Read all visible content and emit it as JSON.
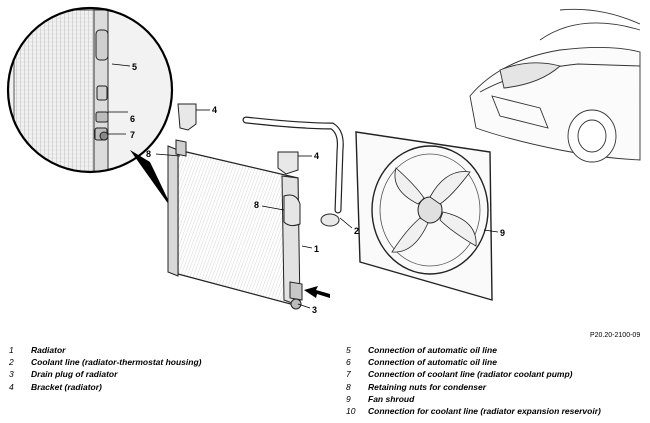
{
  "figure_code": "P20.20-2100-09",
  "callouts": {
    "c1": "1",
    "c2": "2",
    "c3": "3",
    "c4a": "4",
    "c4b": "4",
    "c5": "5",
    "c6": "6",
    "c7": "7",
    "c8a": "8",
    "c8b": "8",
    "c9": "9"
  },
  "legend_left": [
    {
      "num": "1",
      "text": "Radiator"
    },
    {
      "num": "2",
      "text": "Coolant line (radiator-thermostat housing)"
    },
    {
      "num": "3",
      "text": "Drain plug of radiator"
    },
    {
      "num": "4",
      "text": "Bracket (radiator)"
    }
  ],
  "legend_right": [
    {
      "num": "5",
      "text": "Connection of automatic oil line"
    },
    {
      "num": "6",
      "text": "Connection of automatic oil line"
    },
    {
      "num": "7",
      "text": "Connection of coolant line (radiator coolant pump)"
    },
    {
      "num": "8",
      "text": "Retaining nuts for condenser"
    },
    {
      "num": "9",
      "text": "Fan shroud"
    },
    {
      "num": "10",
      "text": "Connection for coolant line (radiator expansion reservoir)"
    }
  ]
}
